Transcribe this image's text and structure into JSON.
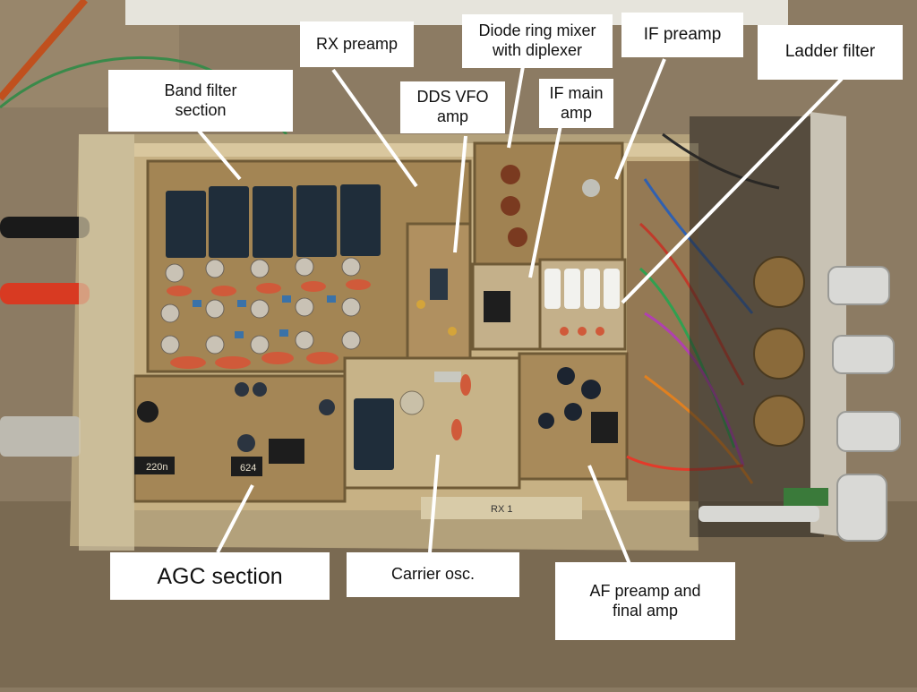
{
  "scene": {
    "subject": "Homebrew shortwave receiver board with labeled sections"
  },
  "labels": {
    "band_filter": "Band filter\nsection",
    "rx_preamp": "RX preamp",
    "dds_vfo": "DDS VFO\namp",
    "mixer": "Diode ring mixer\nwith diplexer",
    "if_main": "IF main\namp",
    "if_preamp": "IF preamp",
    "ladder_filter": "Ladder filter",
    "agc": "AGC section",
    "carrier_osc": "Carrier osc.",
    "af_amp": "AF preamp and\nfinal amp"
  },
  "markings": {
    "rx1": "RX 1",
    "r220": "220n",
    "r624": "624"
  },
  "colors": {
    "bench": "#8a7a62",
    "chassis": "#c9b588",
    "board": "#a8895a",
    "relay": "#1e2a36",
    "pointer": "#ffffff"
  }
}
